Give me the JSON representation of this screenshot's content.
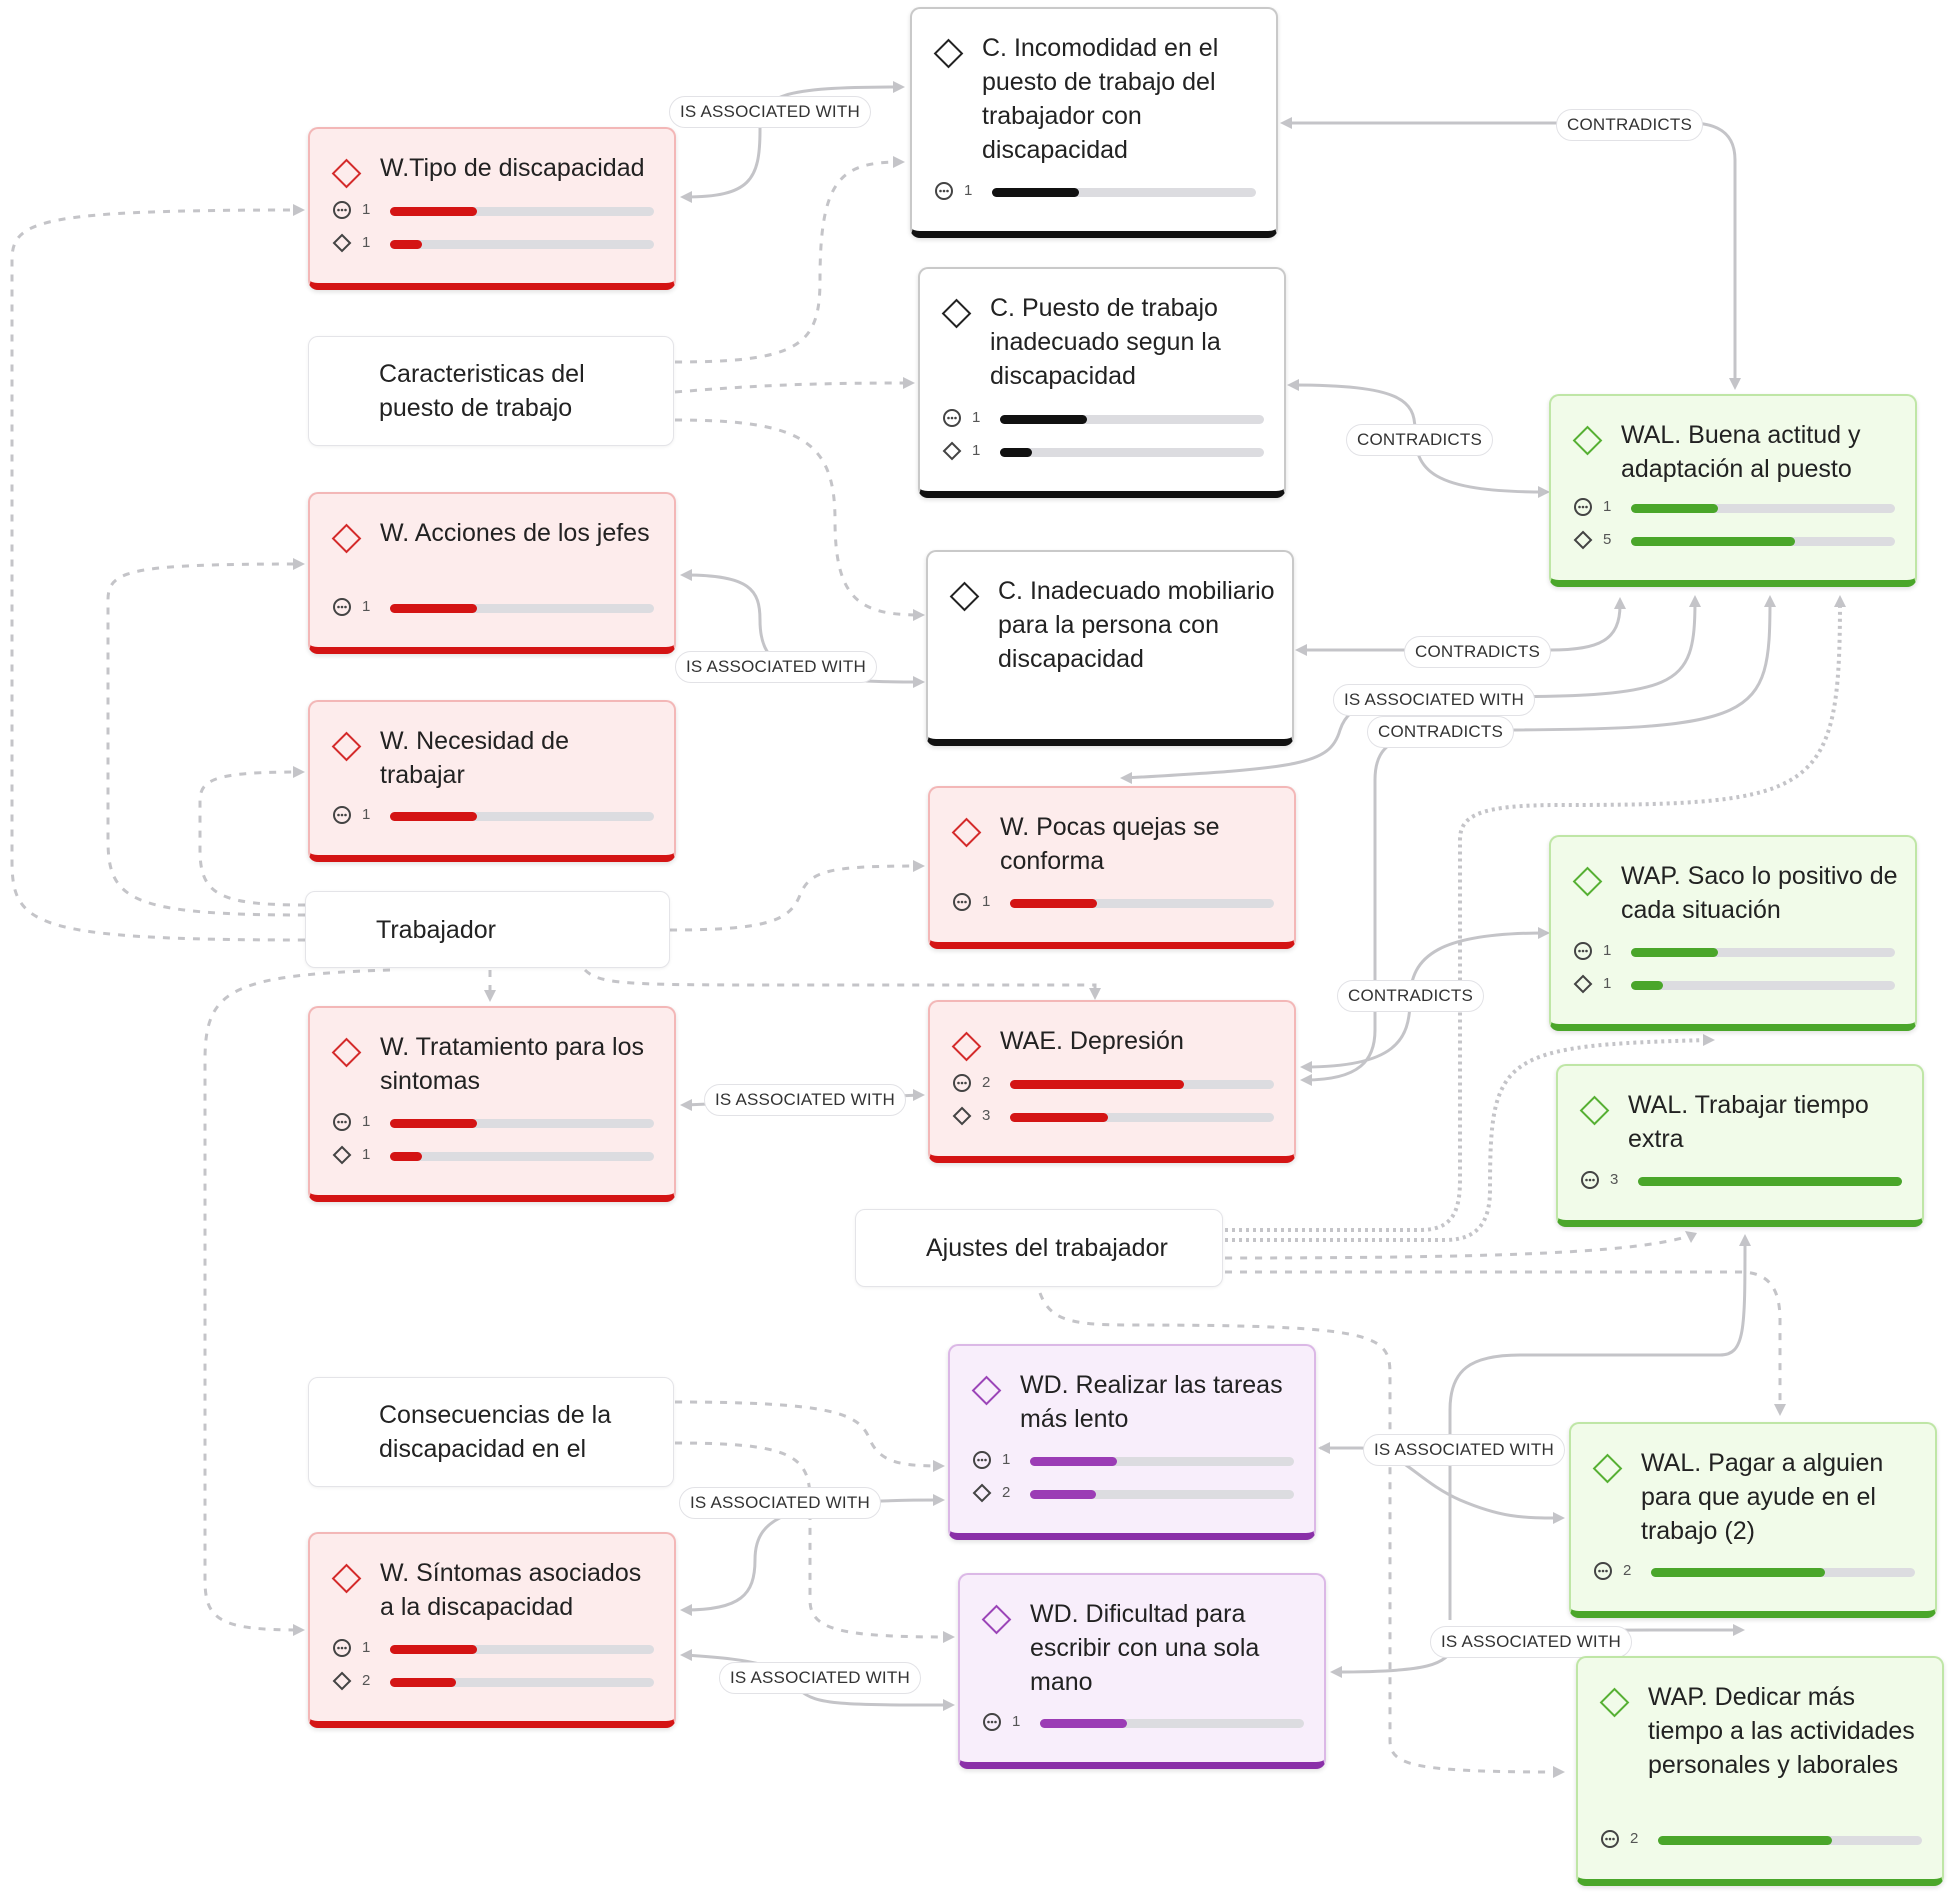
{
  "nodes": [
    {
      "id": "tipo",
      "color": "red",
      "title": "W.Tipo de discapacidad",
      "rows": [
        {
          "icon": "comment",
          "count": "1",
          "fraction": 0.33
        },
        {
          "icon": "diamond",
          "count": "1",
          "fraction": 0.12
        }
      ]
    },
    {
      "id": "incomodidad",
      "color": "black",
      "title": "C. Incomodidad en el puesto de trabajo del trabajador con discapacidad",
      "rows": [
        {
          "icon": "comment",
          "count": "1",
          "fraction": 0.33
        }
      ]
    },
    {
      "id": "puesto",
      "color": "black",
      "title": "C. Puesto de trabajo inadecuado segun la discapacidad",
      "rows": [
        {
          "icon": "comment",
          "count": "1",
          "fraction": 0.33
        },
        {
          "icon": "diamond",
          "count": "1",
          "fraction": 0.12
        }
      ]
    },
    {
      "id": "buena",
      "color": "green",
      "title": "WAL. Buena actitud y adaptación al puesto",
      "rows": [
        {
          "icon": "comment",
          "count": "1",
          "fraction": 0.33
        },
        {
          "icon": "diamond",
          "count": "5",
          "fraction": 0.62
        }
      ]
    },
    {
      "id": "acciones",
      "color": "red",
      "title": "W. Acciones de los jefes",
      "rows": [
        {
          "icon": "comment",
          "count": "1",
          "fraction": 0.33
        }
      ]
    },
    {
      "id": "mobiliario",
      "color": "black",
      "title": "C. Inadecuado mobiliario para la persona con discapacidad",
      "rows": []
    },
    {
      "id": "necesidad",
      "color": "red",
      "title": "W. Necesidad de trabajar",
      "rows": [
        {
          "icon": "comment",
          "count": "1",
          "fraction": 0.33
        }
      ]
    },
    {
      "id": "quejas",
      "color": "red",
      "title": "W. Pocas quejas se conforma",
      "rows": [
        {
          "icon": "comment",
          "count": "1",
          "fraction": 0.33
        }
      ]
    },
    {
      "id": "saco",
      "color": "green",
      "title": "WAP. Saco lo positivo de cada situación",
      "rows": [
        {
          "icon": "comment",
          "count": "1",
          "fraction": 0.33
        },
        {
          "icon": "diamond",
          "count": "1",
          "fraction": 0.12
        }
      ]
    },
    {
      "id": "tratamiento",
      "color": "red",
      "title": "W. Tratamiento para los sintomas",
      "rows": [
        {
          "icon": "comment",
          "count": "1",
          "fraction": 0.33
        },
        {
          "icon": "diamond",
          "count": "1",
          "fraction": 0.12
        }
      ]
    },
    {
      "id": "depresion",
      "color": "red",
      "title": "WAE. Depresión",
      "rows": [
        {
          "icon": "comment",
          "count": "2",
          "fraction": 0.66
        },
        {
          "icon": "diamond",
          "count": "3",
          "fraction": 0.37
        }
      ]
    },
    {
      "id": "extra",
      "color": "green",
      "title": "WAL. Trabajar tiempo extra",
      "rows": [
        {
          "icon": "comment",
          "count": "3",
          "fraction": 1.0
        }
      ]
    },
    {
      "id": "lento",
      "color": "purple",
      "title": "WD. Realizar las tareas más lento",
      "rows": [
        {
          "icon": "comment",
          "count": "1",
          "fraction": 0.33
        },
        {
          "icon": "diamond",
          "count": "2",
          "fraction": 0.25
        }
      ]
    },
    {
      "id": "pagar",
      "color": "green",
      "title": "WAL. Pagar a alguien para que ayude en el trabajo (2)",
      "rows": [
        {
          "icon": "comment",
          "count": "2",
          "fraction": 0.66
        }
      ]
    },
    {
      "id": "sintomas",
      "color": "red",
      "title": "W. Síntomas asociados a la discapacidad",
      "rows": [
        {
          "icon": "comment",
          "count": "1",
          "fraction": 0.33
        },
        {
          "icon": "diamond",
          "count": "2",
          "fraction": 0.25
        }
      ]
    },
    {
      "id": "escribir",
      "color": "purple",
      "title": "WD. Dificultad para escribir con una sola mano",
      "rows": [
        {
          "icon": "comment",
          "count": "1",
          "fraction": 0.33
        }
      ]
    },
    {
      "id": "dedicar",
      "color": "green",
      "title": "WAP. Dedicar más tiempo a las actividades personales y laborales",
      "rows": [
        {
          "icon": "comment",
          "count": "2",
          "fraction": 0.66
        }
      ]
    }
  ],
  "groups": [
    {
      "id": "caracteristicas",
      "title": "Caracteristicas del puesto de trabajo"
    },
    {
      "id": "trabajador",
      "title": "Trabajador"
    },
    {
      "id": "ajustes",
      "title": "Ajustes del trabajador"
    },
    {
      "id": "consecuencias",
      "title": "Consecuencias de la discapacidad en el"
    }
  ],
  "edge_labels": [
    {
      "id": "l1",
      "text": "IS ASSOCIATED WITH"
    },
    {
      "id": "l2",
      "text": "CONTRADICTS"
    },
    {
      "id": "l3",
      "text": "CONTRADICTS"
    },
    {
      "id": "l4",
      "text": "IS ASSOCIATED WITH"
    },
    {
      "id": "l5",
      "text": "CONTRADICTS"
    },
    {
      "id": "l6",
      "text": "IS ASSOCIATED WITH"
    },
    {
      "id": "l7",
      "text": "CONTRADICTS"
    },
    {
      "id": "l8",
      "text": "CONTRADICTS"
    },
    {
      "id": "l9",
      "text": "IS ASSOCIATED WITH"
    },
    {
      "id": "l10",
      "text": "IS ASSOCIATED WITH"
    },
    {
      "id": "l11",
      "text": "IS ASSOCIATED WITH"
    },
    {
      "id": "l12",
      "text": "IS ASSOCIATED WITH"
    },
    {
      "id": "l13",
      "text": "IS ASSOCIATED WITH"
    }
  ],
  "colors": {
    "red": "#d41414",
    "black": "#111111",
    "green": "#4aa62a",
    "purple": "#9b3cb5",
    "edge": "#c4c4c8"
  }
}
